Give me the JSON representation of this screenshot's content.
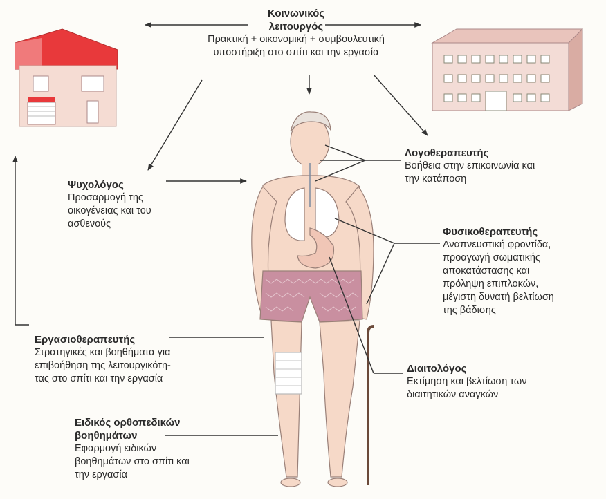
{
  "social_worker": {
    "title": "Κοινωνικός\nλειτουργός",
    "desc": "Πρακτική + οικονομική + συμβουλευτική\nυποστήριξη στο σπίτι και την εργασία"
  },
  "psychologist": {
    "title": "Ψυχολόγος",
    "desc": "Προσαρμογή της\nοικογένειας και του\nασθενούς"
  },
  "speech_therapist": {
    "title": "Λογοθεραπευτής",
    "desc": "Βοήθεια στην επικοινωνία και\nτην κατάποση"
  },
  "physiotherapist": {
    "title": "Φυσικοθεραπευτής",
    "desc": "Αναπνευστική φροντίδα,\nπροαγωγή σωματικής\nαποκατάστασης και\nπρόληψη επιπλοκών,\nμέγιστη δυνατή βελτίωση\nτης βάδισης"
  },
  "occupational_therapist": {
    "title": "Εργασιοθεραπευτής",
    "desc": "Στρατηγικές και βοηθήματα για\nεπιβοήθηση της λειτουργικότη-\nτας στο σπίτι και την εργασία"
  },
  "dietitian": {
    "title": "Διαιτολόγος",
    "desc": "Εκτίμηση και βελτίωση των\nδιαιτητικών αναγκών"
  },
  "orthotist": {
    "title": "Ειδικός ορθοπεδικών\nβοηθημάτων",
    "desc": "Εφαρμογή ειδικών\nβοηθημάτων στο σπίτι και\nτην εργασία"
  },
  "colors": {
    "roof": "#e8393b",
    "house_wall": "#f5dcd3",
    "building": "#f3dcd6",
    "skin": "#f6d9c8",
    "shorts": "#c98fa0",
    "arrow": "#333333"
  }
}
